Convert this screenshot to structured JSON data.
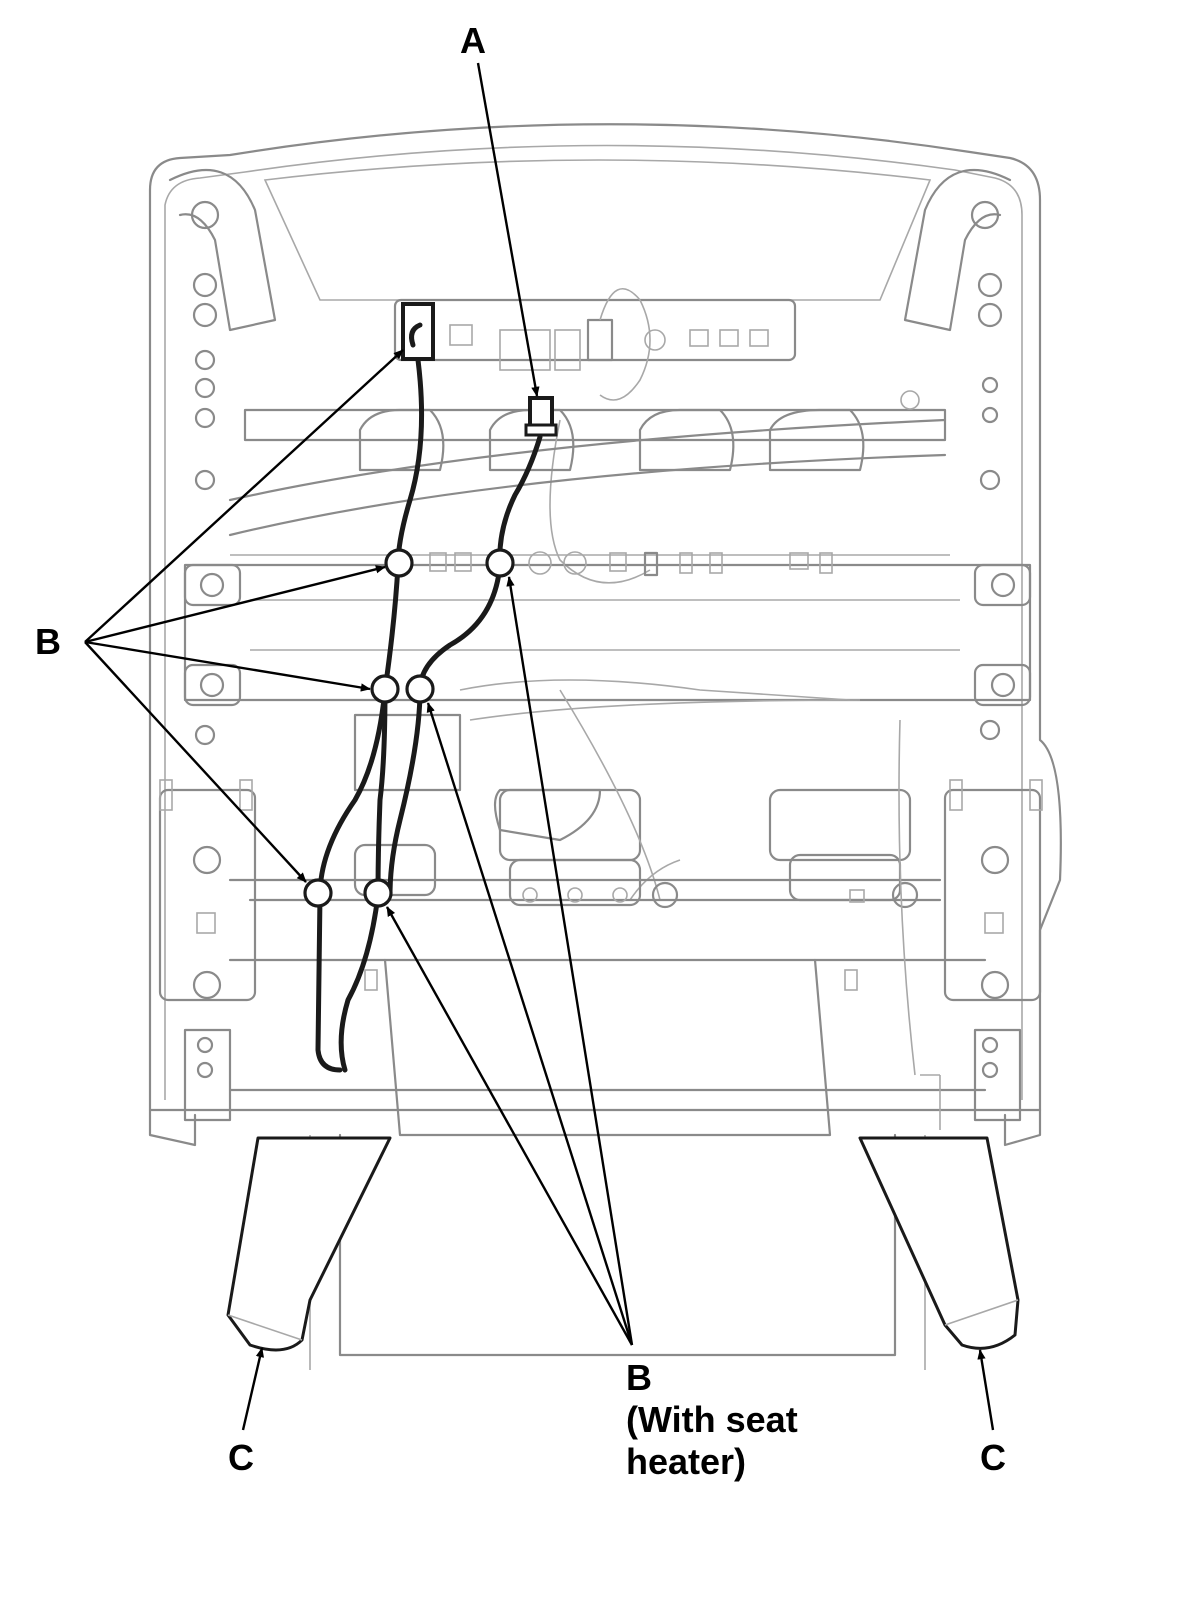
{
  "callouts": {
    "a": "A",
    "b_left": "B",
    "b_right": "B",
    "b_right_note_line1": "(With seat",
    "b_right_note_line2": "heater)",
    "c_left": "C",
    "c_right": "C"
  },
  "colors": {
    "frame": "#8a8a8a",
    "harness": "#1a1a1a",
    "leader": "#000000"
  }
}
